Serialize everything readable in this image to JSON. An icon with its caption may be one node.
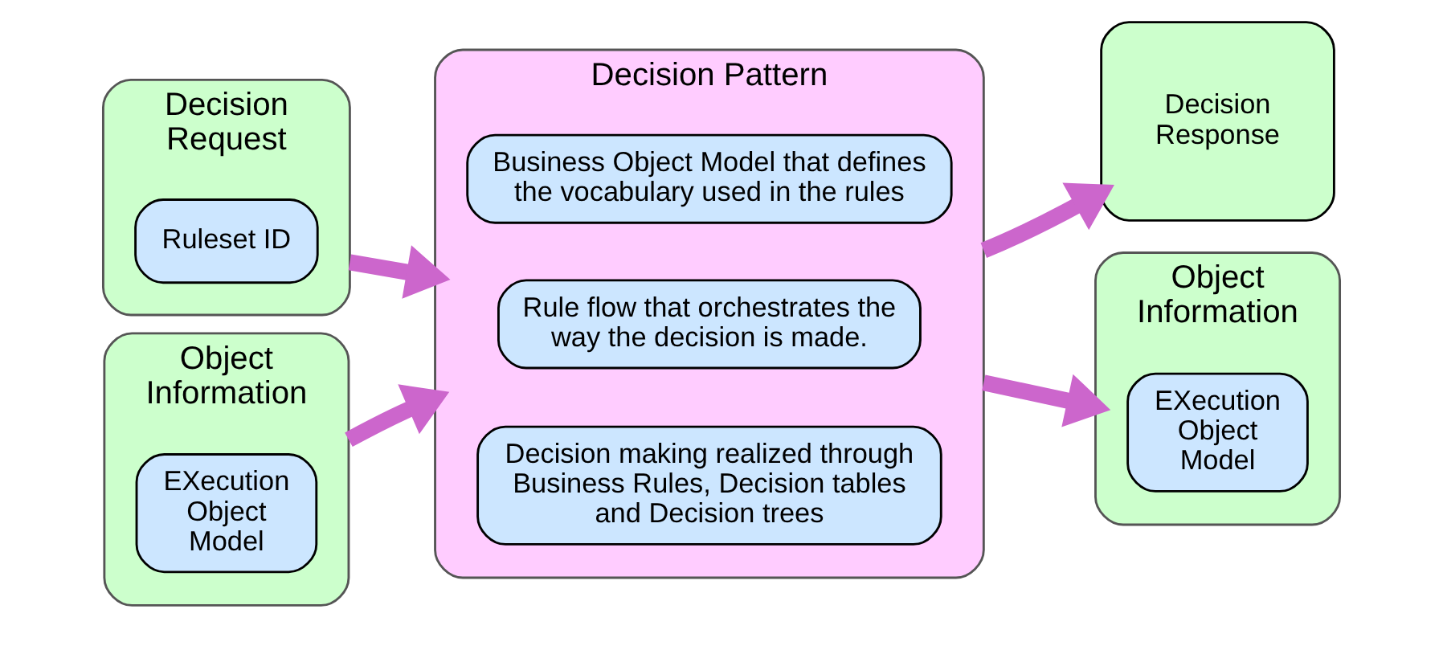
{
  "diagram": {
    "nodes": [
      {
        "text": [
          "Decision Request"
        ]
      },
      {
        "text": [
          "Ruleset ID"
        ],
        "in": 0
      },
      {
        "text": [
          "Object Information"
        ]
      },
      {
        "text": [
          "EXecution Object Model"
        ],
        "in": 2
      },
      {
        "text": [
          "Decision Pattern"
        ]
      },
      {
        "text": [
          "Business Object Model that defines the vocabulary used in the rules"
        ],
        "in": 4
      },
      {
        "text": [
          "Rule flow that orchestrates the way the decision is made."
        ],
        "in": 4
      },
      {
        "text": [
          "Decision making realized through Business Rules, Decision tables and Decision trees"
        ],
        "in": 4
      },
      {
        "text": [
          "Decision Response"
        ]
      },
      {
        "text": [
          "Object Information"
        ]
      },
      {
        "text": [
          "EXecution Object Model"
        ],
        "in": 9
      }
    ],
    "edges": [
      {
        "from": 0,
        "to": 4,
        "arrow": "to"
      },
      {
        "from": 2,
        "to": 4,
        "arrow": "to"
      },
      {
        "from": 4,
        "to": 8,
        "arrow": "to"
      },
      {
        "from": 4,
        "to": 9,
        "arrow": "to"
      }
    ]
  }
}
